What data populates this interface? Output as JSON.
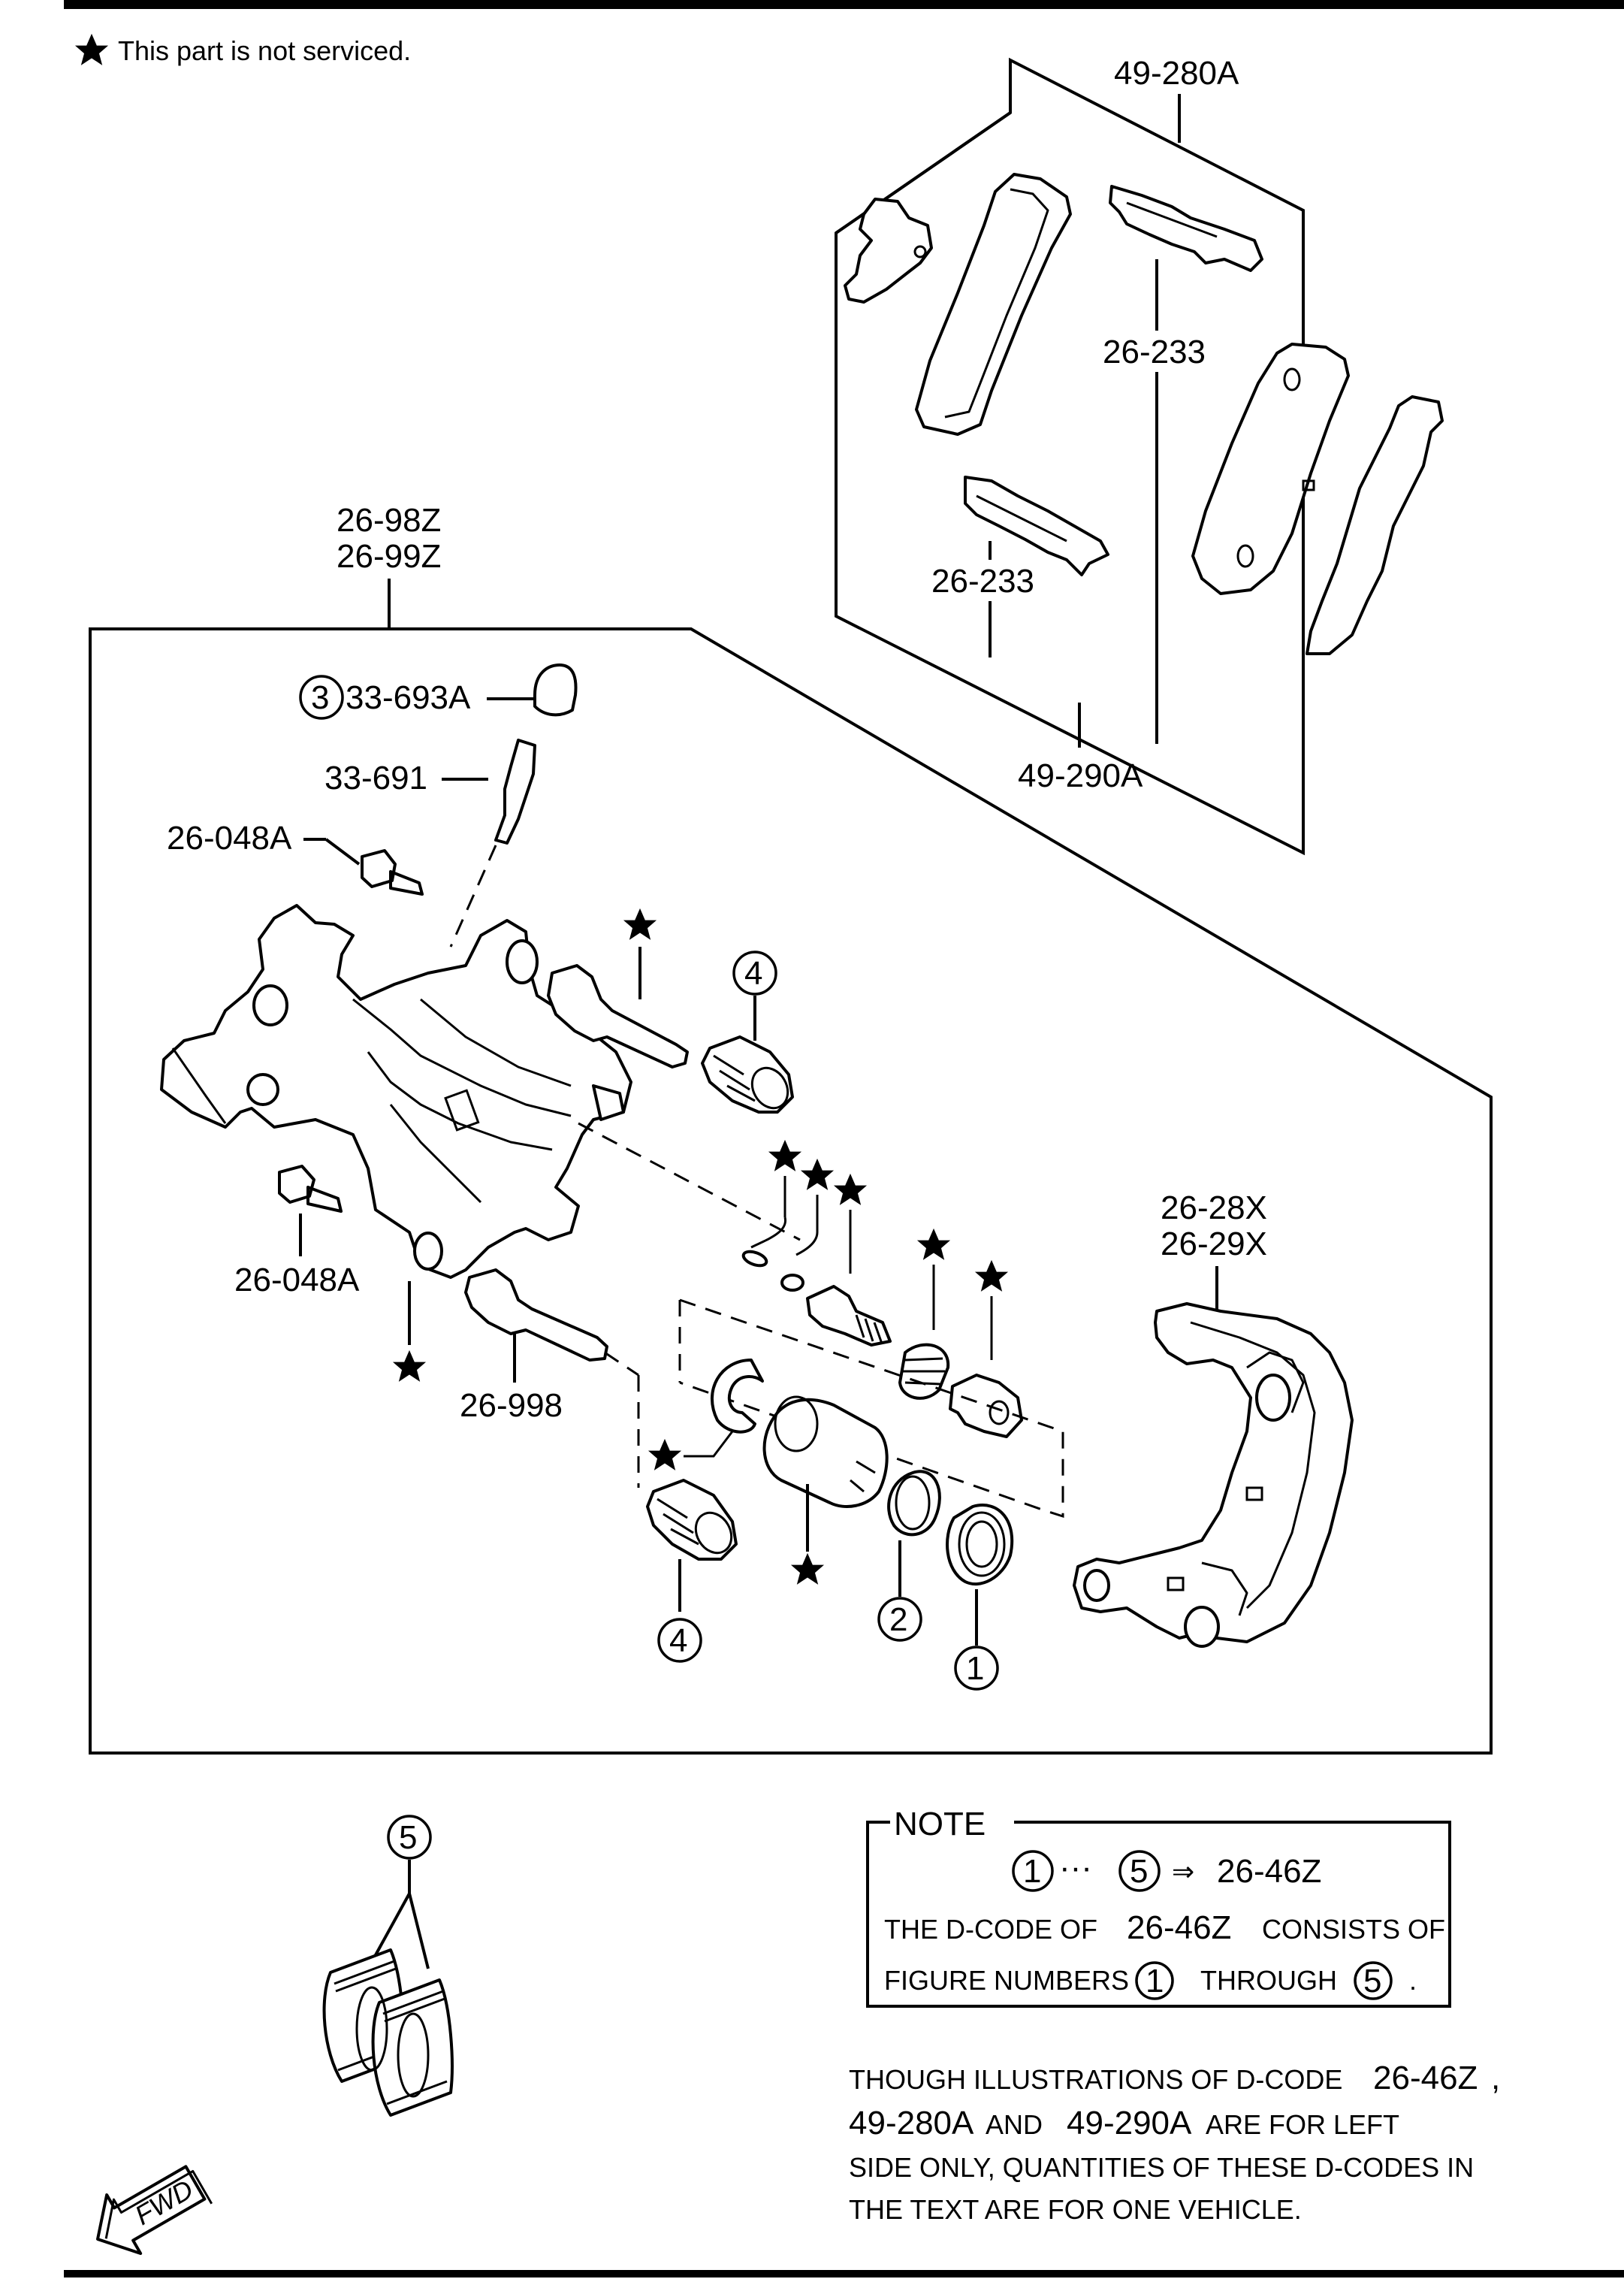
{
  "legend": {
    "star_text": "This part is not serviced."
  },
  "pads_box": {
    "top_code": "49-280A",
    "bottom_code": "49-290A",
    "clip_code_1": "26-233",
    "clip_code_2": "26-233"
  },
  "caliper_box": {
    "code_line1": "26-98Z",
    "code_line2": "26-99Z",
    "cap_code": "33-693A",
    "cap_circle": "3",
    "bleeder_code": "33-691",
    "bolt_code_top": "26-048A",
    "bolt_code_bottom": "26-048A",
    "guide_pin_code": "26-998",
    "bracket_line1": "26-28X",
    "bracket_line2": "26-29X",
    "boot_circle_1": "4",
    "boot_circle_2": "4",
    "seal_circle": "2",
    "dust_seal_circle": "1"
  },
  "grease": {
    "circle": "5"
  },
  "note": {
    "title": "NOTE",
    "range_from": "1",
    "range_dots": "···",
    "range_to": "5",
    "range_arrow": "⇒",
    "range_code": "26-46Z",
    "line2_a": "THE D-CODE OF",
    "line2_code": "26-46Z",
    "line2_b": "CONSISTS OF",
    "line3_a": "FIGURE NUMBERS",
    "line3_from": "1",
    "line3_b": "THROUGH",
    "line3_to": "5",
    "line3_end": "."
  },
  "footnote": {
    "line1_a": "THOUGH ILLUSTRATIONS OF D-CODE",
    "line1_code": "26-46Z",
    "line1_end": ",",
    "line2_code1": "49-280A",
    "line2_and": "AND",
    "line2_code2": "49-290A",
    "line2_b": "ARE FOR LEFT",
    "line3": "SIDE ONLY, QUANTITIES OF THESE D-CODES IN",
    "line4": "THE TEXT ARE FOR ONE VEHICLE."
  },
  "fwd_label": "FWD",
  "icons": {
    "star": "star-icon",
    "fwd": "fwd-arrow-icon"
  }
}
